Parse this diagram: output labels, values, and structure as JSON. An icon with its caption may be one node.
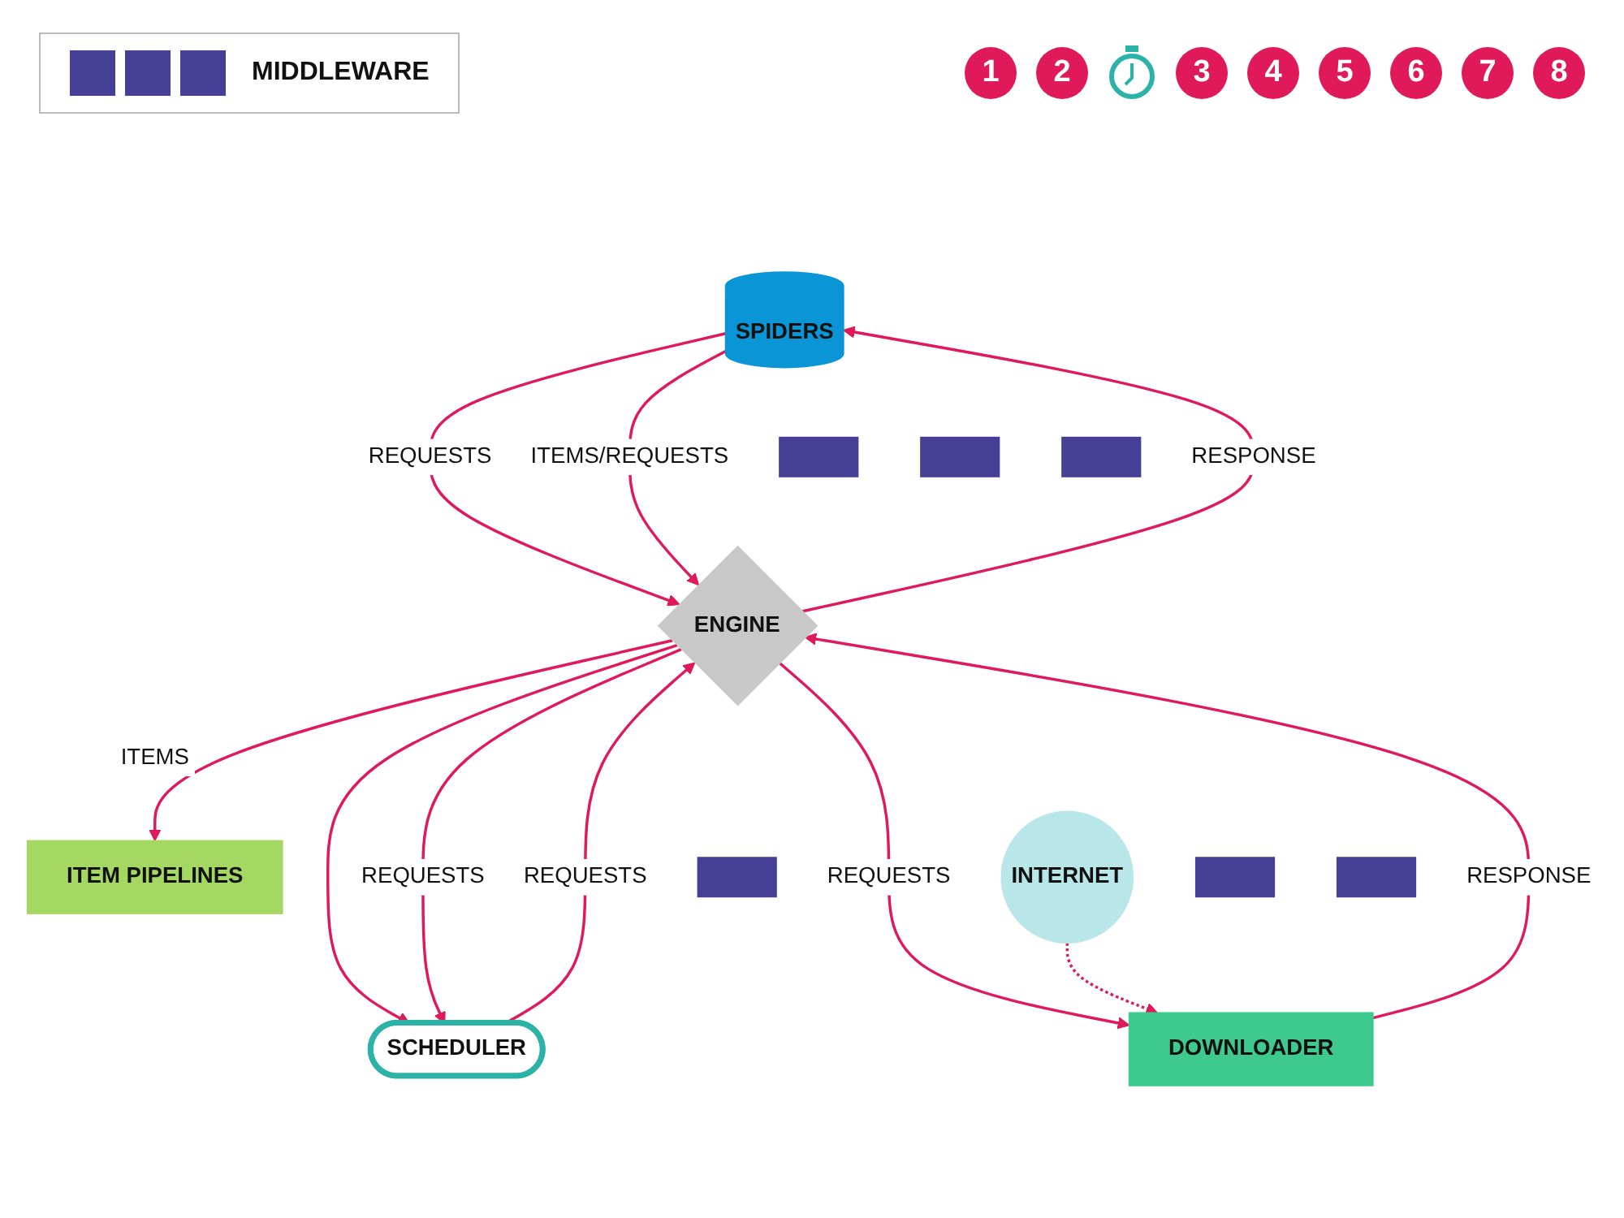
{
  "diagram": {
    "nodes": [
      {
        "text": [
          "SPIDERS"
        ]
      },
      {
        "text": [
          "INTERNET"
        ]
      },
      {
        "text": [],
        "shape": "box"
      },
      {
        "text": [],
        "shape": "box"
      },
      {
        "text": [],
        "shape": "box"
      },
      {
        "text": [
          "ITEM PIPELINES"
        ]
      },
      {
        "text": [
          "ENGINE"
        ]
      },
      {
        "text": [],
        "shape": "box"
      },
      {
        "text": [],
        "shape": "box"
      },
      {
        "text": [],
        "shape": "box"
      },
      {
        "text": [
          "DOWNLOADER"
        ]
      },
      {
        "text": [
          "SCHEDULER"
        ]
      }
    ],
    "edges": [
      {
        "from": 0,
        "to": 6,
        "arrow": "to",
        "label": "REQUESTS"
      },
      {
        "from": 6,
        "to": 11,
        "arrow": "to"
      },
      {
        "from": 11,
        "to": 6,
        "arrow": "to",
        "label": "REQUESTS"
      },
      {
        "from": 6,
        "to": 10,
        "arrow": "to",
        "label": "REQUESTS"
      },
      {
        "from": 10,
        "to": 6,
        "arrow": "to",
        "label": "RESPONSE"
      },
      {
        "from": 6,
        "to": 0,
        "arrow": "to",
        "label": "RESPONSE"
      },
      {
        "from": 0,
        "to": 6,
        "arrow": "to",
        "label": "ITEMS/REQUESTS"
      },
      {
        "from": 6,
        "to": 5,
        "arrow": "to",
        "label": "ITEMS"
      },
      {
        "from": 6,
        "to": 11,
        "arrow": "to",
        "label": "REQUESTS"
      },
      {
        "from": 1,
        "to": 10,
        "arrow": "to",
        "style": "dashed"
      }
    ],
    "labels": [
      "1",
      "2",
      "3",
      "4",
      "5",
      "6",
      "7",
      "8"
    ],
    "legend": [
      {
        "text": "MIDDLEWARE",
        "color": "#453f96"
      }
    ]
  }
}
